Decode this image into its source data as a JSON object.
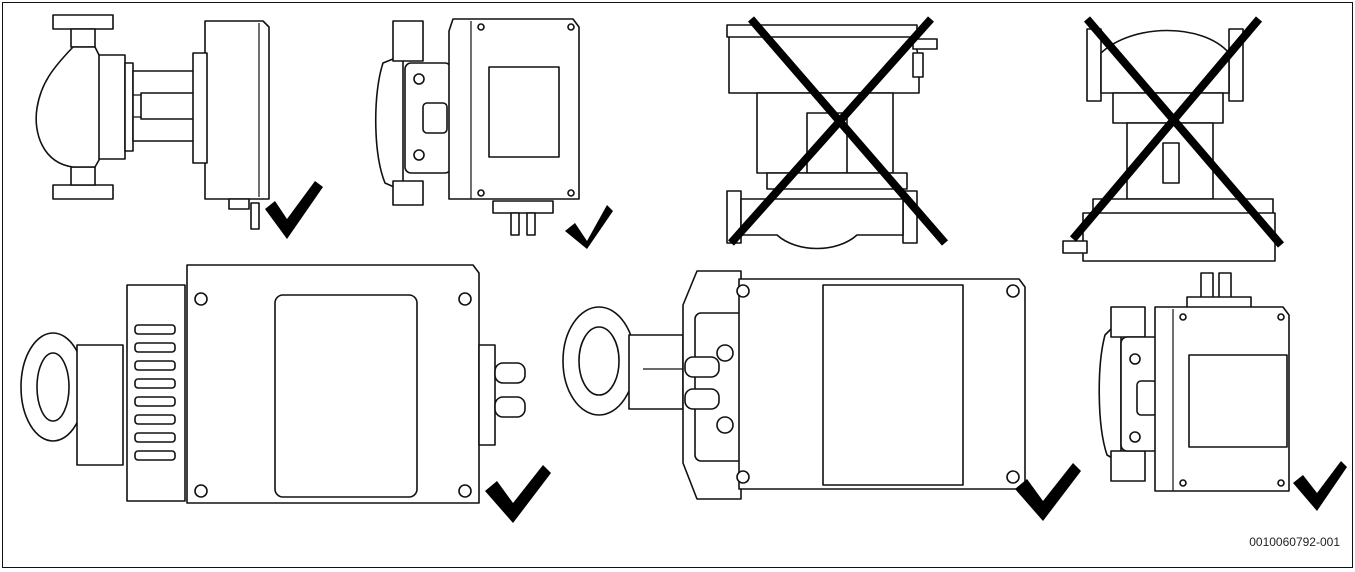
{
  "reference_code": "0010060792-001",
  "panels": [
    {
      "id": "p1",
      "orientation": "horizontal-side-motor-right-connector-down",
      "status": "allowed",
      "status_icon": "checkmark-icon"
    },
    {
      "id": "p2",
      "orientation": "front-connector-down",
      "status": "allowed",
      "status_icon": "checkmark-icon"
    },
    {
      "id": "p3",
      "orientation": "motor-up-vertical",
      "status": "not-allowed",
      "status_icon": "cross-icon"
    },
    {
      "id": "p4",
      "orientation": "motor-down-vertical",
      "status": "not-allowed",
      "status_icon": "cross-icon"
    },
    {
      "id": "p5",
      "orientation": "top-view-connector-right",
      "status": "allowed",
      "status_icon": "checkmark-icon"
    },
    {
      "id": "p6",
      "orientation": "front-connector-left",
      "status": "allowed",
      "status_icon": "checkmark-icon"
    },
    {
      "id": "p7",
      "orientation": "front-connector-up",
      "status": "allowed",
      "status_icon": "checkmark-icon"
    }
  ],
  "colors": {
    "line": "#111111",
    "background": "#ffffff",
    "fill_light": "#e6e6e6"
  }
}
